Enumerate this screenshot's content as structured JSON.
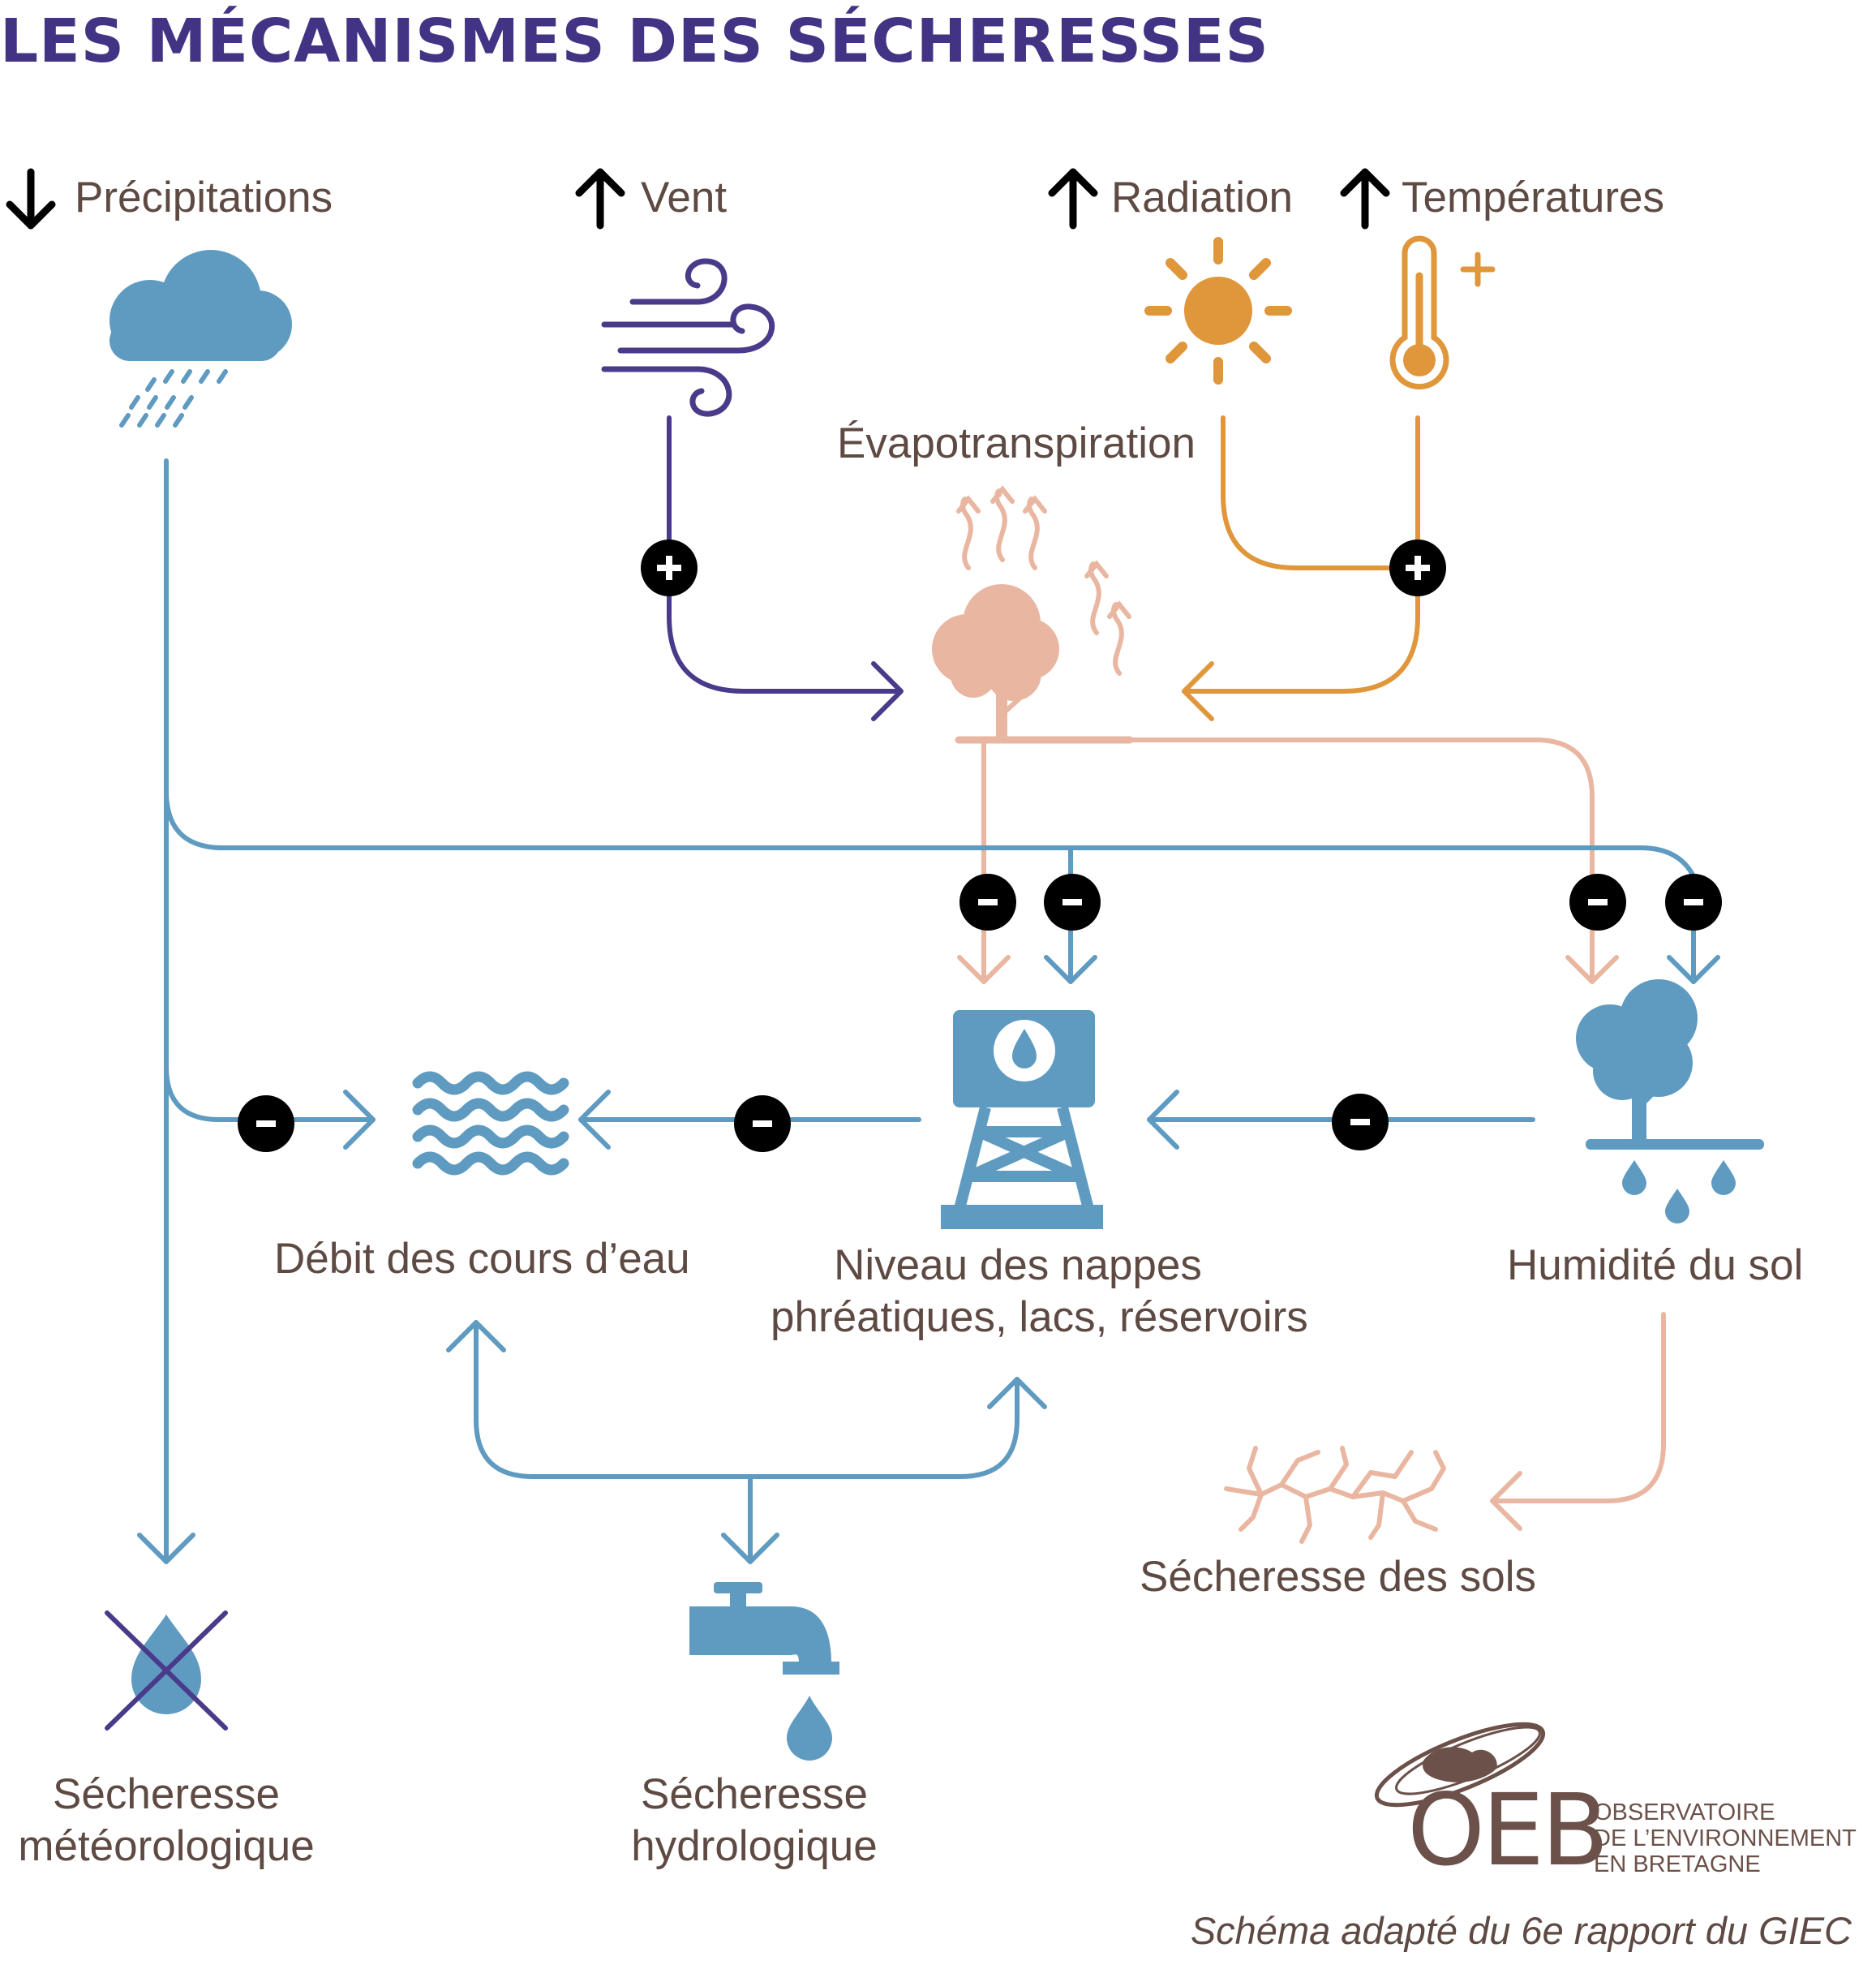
{
  "title": "LES MÉCANISMES DES SÉCHERESSES",
  "colors": {
    "title": "#433384",
    "purple": "#4a3a8a",
    "blue": "#5f9bc1",
    "orange": "#e0963a",
    "salmon": "#e9b7a1",
    "brown": "#6b5149",
    "black": "#000000"
  },
  "drivers": {
    "precipitations": "Précipitations",
    "vent": "Vent",
    "radiation": "Radiation",
    "temperatures": "Températures"
  },
  "nodes": {
    "evapotranspiration": "Évapotranspiration",
    "debit": "Débit des cours d’eau",
    "nappes_line1": "Niveau des nappes",
    "nappes_line2": "phréatiques, lacs, réservoirs",
    "humidite": "Humidité du sol",
    "secheresse_sols": "Sécheresse des sols",
    "meteo_line1": "Sécheresse",
    "meteo_line2": "météorologique",
    "hydro_line1": "Sécheresse",
    "hydro_line2": "hydrologique"
  },
  "signs": {
    "plus": "+",
    "minus": "-"
  },
  "logo": {
    "acronym": "OEB",
    "line1": "OBSERVATOIRE",
    "line2": "DE L’ENVIRONNEMENT",
    "line3": "EN BRETAGNE"
  },
  "caption": "Schéma adapté du 6e rapport du GIEC"
}
